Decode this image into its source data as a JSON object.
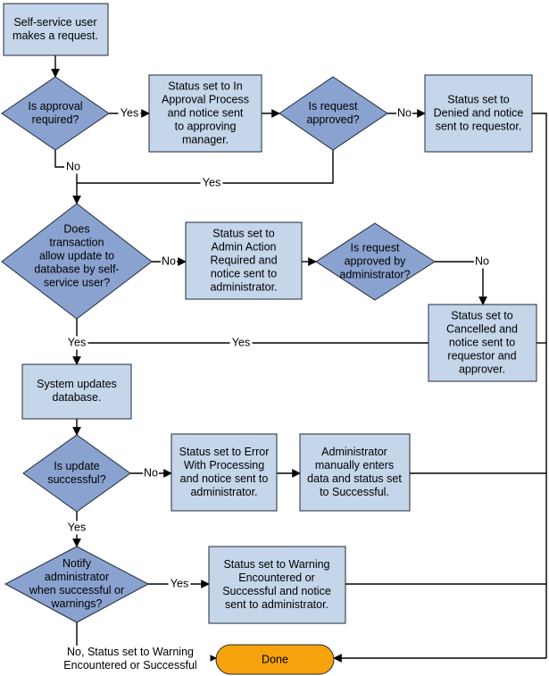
{
  "nodes": {
    "start": [
      "Self-service user",
      "makes a request."
    ],
    "approval_required": [
      "Is approval",
      "required?"
    ],
    "status_in_approval": [
      "Status set to In",
      "Approval Process",
      "and notice sent",
      "to approving",
      "manager."
    ],
    "request_approved": [
      "Is request",
      "approved?"
    ],
    "status_denied": [
      "Status set to",
      "Denied and notice",
      "sent to requestor."
    ],
    "transaction_allow": [
      "Does",
      "transaction",
      "allow update to",
      "database by self-",
      "service user?"
    ],
    "status_admin_action": [
      "Status set to",
      "Admin Action",
      "Required and",
      "notice sent to",
      "administrator."
    ],
    "approved_by_admin": [
      "Is request",
      "approved by",
      "administrator?"
    ],
    "status_cancelled": [
      "Status set to",
      "Cancelled and",
      "notice sent to",
      "requestor and",
      "approver."
    ],
    "system_updates": [
      "System updates",
      "database."
    ],
    "update_successful": [
      "Is update",
      "successful?"
    ],
    "status_error": [
      "Status set to Error",
      "With Processing",
      "and notice sent to",
      "administrator."
    ],
    "admin_manual": [
      "Administrator",
      "manually enters",
      "data and status set",
      "to Successful."
    ],
    "notify_admin": [
      "Notify",
      "administrator",
      "when successful or",
      "warnings?"
    ],
    "status_warning": [
      "Status set to Warning",
      "Encountered or",
      "Successful and notice",
      "sent to administrator."
    ],
    "done": [
      "Done"
    ]
  },
  "edge_labels": {
    "approval_yes": "Yes",
    "approval_no": "No",
    "approved_no": "No",
    "approved_yes": "Yes",
    "transaction_no": "No",
    "transaction_yes": "Yes",
    "admin_no": "No",
    "admin_yes": "Yes",
    "update_no": "No",
    "update_yes": "Yes",
    "notify_yes": "Yes",
    "notify_no": [
      "No, Status set to Warning",
      "Encountered or Successful"
    ]
  }
}
